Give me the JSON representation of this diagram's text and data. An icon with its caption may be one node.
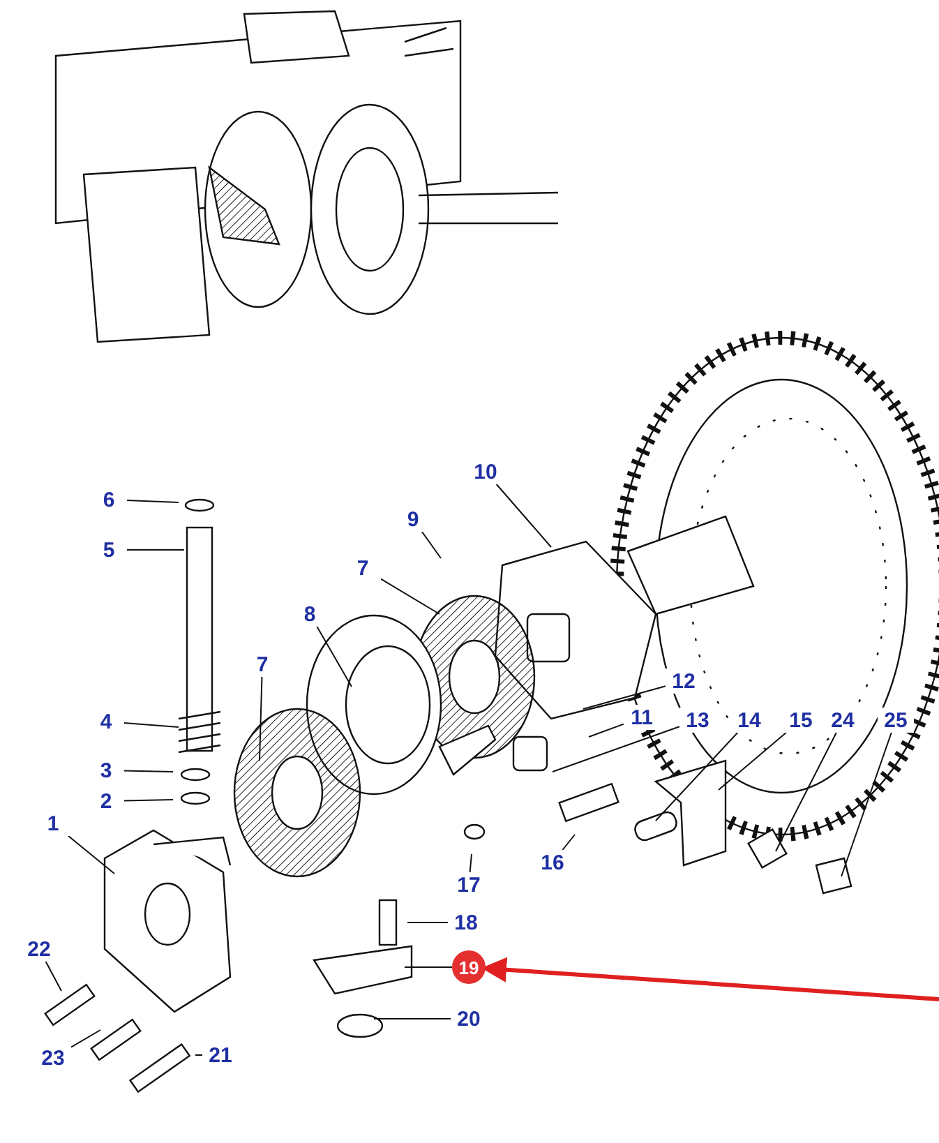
{
  "diagram": {
    "nodes": [
      {
        "text": [
          "10"
        ]
      },
      {
        "text": [
          "6"
        ]
      },
      {
        "text": [
          "9"
        ]
      },
      {
        "text": [
          "5"
        ]
      },
      {
        "text": [
          "7"
        ]
      },
      {
        "text": [
          "8"
        ]
      },
      {
        "text": [
          "7"
        ]
      },
      {
        "text": [
          "12"
        ]
      },
      {
        "text": [
          "4"
        ]
      },
      {
        "text": [
          "11"
        ]
      },
      {
        "text": [
          "13"
        ]
      },
      {
        "text": [
          "14"
        ]
      },
      {
        "text": [
          "15"
        ]
      },
      {
        "text": [
          "24"
        ]
      },
      {
        "text": [
          "25"
        ]
      },
      {
        "text": [
          "3"
        ]
      },
      {
        "text": [
          "2"
        ]
      },
      {
        "text": [
          "1"
        ]
      },
      {
        "text": [
          "16"
        ]
      },
      {
        "text": [
          "17"
        ]
      },
      {
        "text": [
          "18"
        ]
      },
      {
        "text": [
          "22"
        ]
      },
      {
        "text": [
          "19"
        ]
      },
      {
        "text": [
          "20"
        ]
      },
      {
        "text": [
          "23"
        ]
      },
      {
        "text": [
          "21"
        ]
      }
    ],
    "edges": [
      {
        "from": 0,
        "to": null,
        "arrow": "none"
      },
      {
        "from": 1,
        "to": null,
        "arrow": "none"
      },
      {
        "from": 2,
        "to": null,
        "arrow": "none"
      },
      {
        "from": 3,
        "to": null,
        "arrow": "none"
      },
      {
        "from": 4,
        "to": null,
        "arrow": "none"
      },
      {
        "from": 5,
        "to": null,
        "arrow": "none"
      },
      {
        "from": 6,
        "to": null,
        "arrow": "none"
      },
      {
        "from": 7,
        "to": null,
        "arrow": "none"
      },
      {
        "from": 8,
        "to": null,
        "arrow": "none"
      },
      {
        "from": 9,
        "to": null,
        "arrow": "none"
      },
      {
        "from": 10,
        "to": null,
        "arrow": "none"
      },
      {
        "from": 11,
        "to": null,
        "arrow": "none"
      },
      {
        "from": 12,
        "to": null,
        "arrow": "none"
      },
      {
        "from": 13,
        "to": null,
        "arrow": "none"
      },
      {
        "from": 14,
        "to": null,
        "arrow": "none"
      },
      {
        "from": 15,
        "to": null,
        "arrow": "none"
      },
      {
        "from": 16,
        "to": null,
        "arrow": "none"
      },
      {
        "from": 17,
        "to": null,
        "arrow": "none"
      },
      {
        "from": 18,
        "to": null,
        "arrow": "none"
      },
      {
        "from": 19,
        "to": null,
        "arrow": "none"
      },
      {
        "from": 20,
        "to": null,
        "arrow": "none"
      },
      {
        "from": 21,
        "to": null,
        "arrow": "none"
      },
      {
        "from": 22,
        "to": null,
        "arrow": "none"
      },
      {
        "from": 23,
        "to": null,
        "arrow": "none"
      },
      {
        "from": 24,
        "to": null,
        "arrow": "none"
      },
      {
        "from": 25,
        "to": null,
        "arrow": "none"
      },
      {
        "from": null,
        "to": 22,
        "arrow": "to",
        "style": "thick",
        "color": "#e02020"
      }
    ]
  }
}
